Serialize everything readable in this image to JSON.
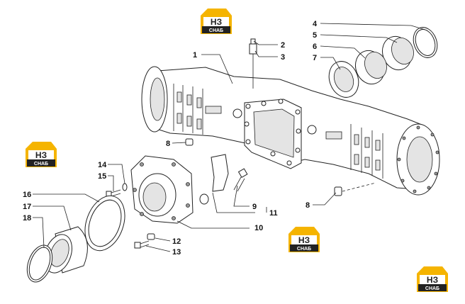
{
  "logo": {
    "top": "НЗ",
    "bottom": "СНАБ",
    "color": "#f5b400",
    "dark": "#222222"
  },
  "callouts": [
    "1",
    "2",
    "3",
    "4",
    "5",
    "6",
    "7",
    "8",
    "8",
    "9",
    "10",
    "11",
    "12",
    "13",
    "14",
    "15",
    "16",
    "17",
    "18"
  ]
}
